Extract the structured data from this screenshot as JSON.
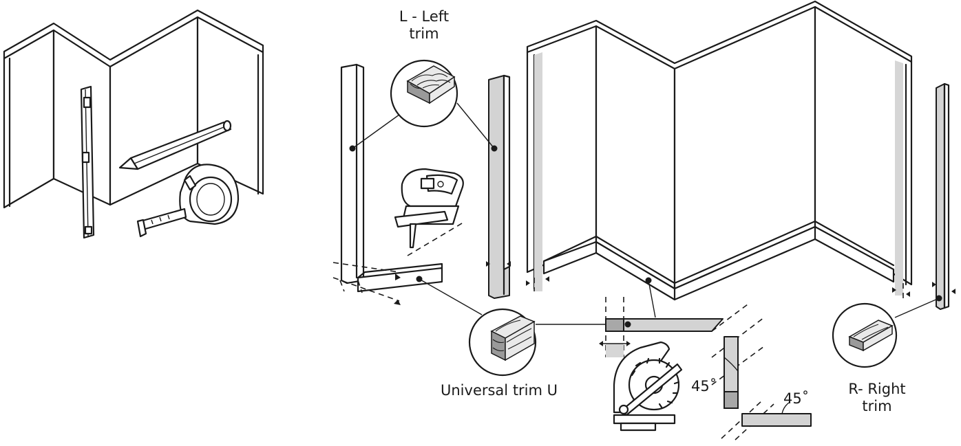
{
  "labels": {
    "left_trim_line1": "L - Left",
    "left_trim_line2": "trim",
    "universal_trim": "Universal trim U",
    "right_trim_line1": "R- Right",
    "right_trim_line2": "trim",
    "angle_vertical": "45˚",
    "angle_horizontal": "45˚"
  },
  "icons": [
    "spirit-level-icon",
    "pencil-icon",
    "tape-measure-icon",
    "jigsaw-icon",
    "miter-saw-icon"
  ],
  "colors": {
    "line": "#1a1a1a",
    "trim_shade": "#d3d3d3",
    "background": "#ffffff"
  }
}
